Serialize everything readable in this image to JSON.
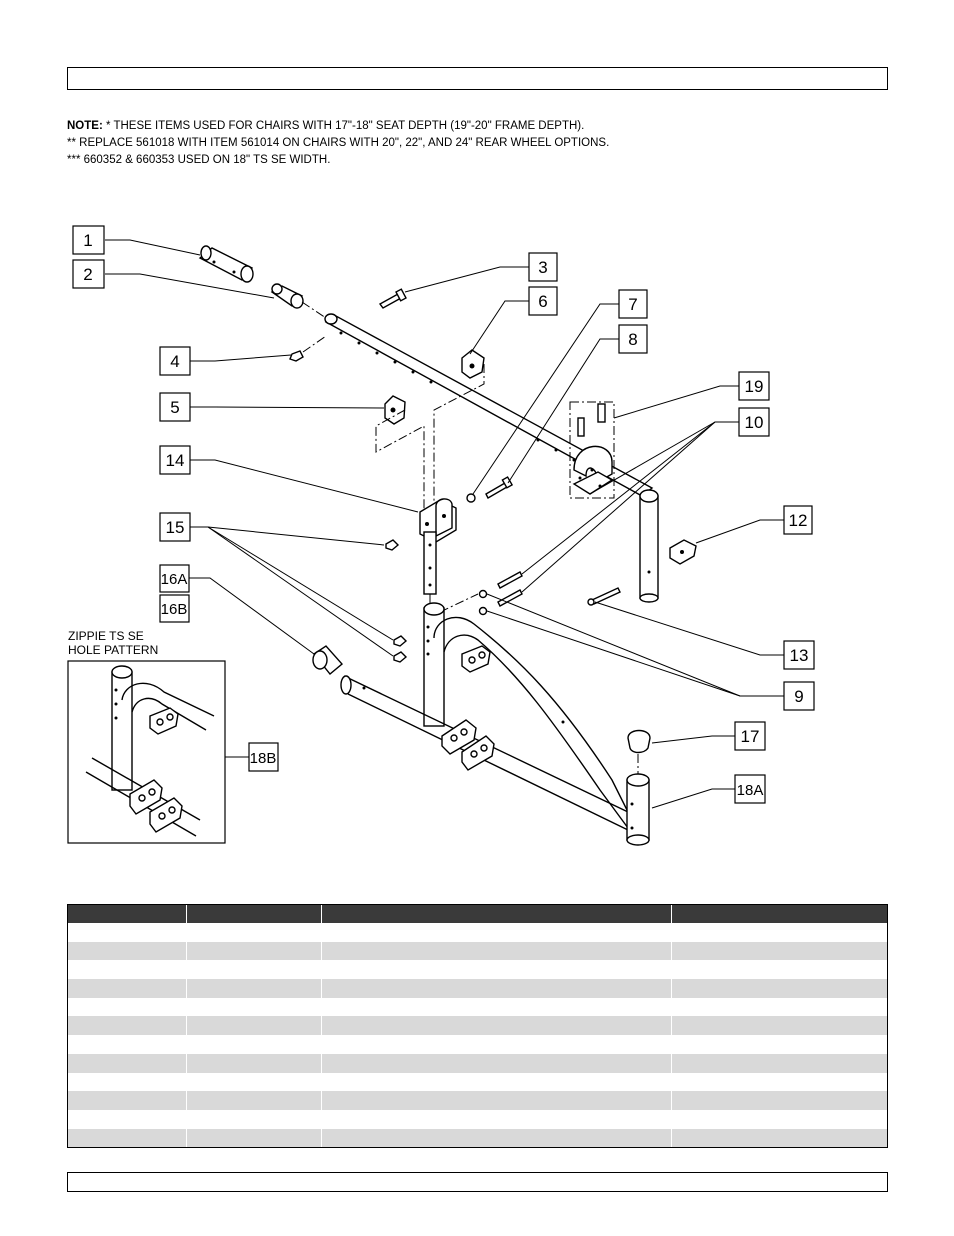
{
  "notes": {
    "label": "NOTE:",
    "line1": " * THESE ITEMS USED FOR CHAIRS WITH 17\"-18\" SEAT DEPTH (19\"-20\" FRAME DEPTH).",
    "line2": "** REPLACE 561018 WITH ITEM 561014 ON CHAIRS WITH 20\", 22\", AND 24\" REAR WHEEL OPTIONS.",
    "line3": "*** 660352 & 660353 USED ON 18\" TS SE WIDTH."
  },
  "inset": {
    "label_line1": "ZIPPIE TS SE",
    "label_line2": "HOLE PATTERN"
  },
  "callouts": {
    "c1": "1",
    "c2": "2",
    "c3": "3",
    "c4": "4",
    "c5": "5",
    "c6": "6",
    "c7": "7",
    "c8": "8",
    "c9": "9",
    "c10": "10",
    "c12": "12",
    "c13": "13",
    "c14": "14",
    "c15": "15",
    "c16a": "16A",
    "c16b": "16B",
    "c17": "17",
    "c18a": "18A",
    "c18b": "18B",
    "c19": "19"
  },
  "table": {
    "columns": 4,
    "rows": 12
  }
}
